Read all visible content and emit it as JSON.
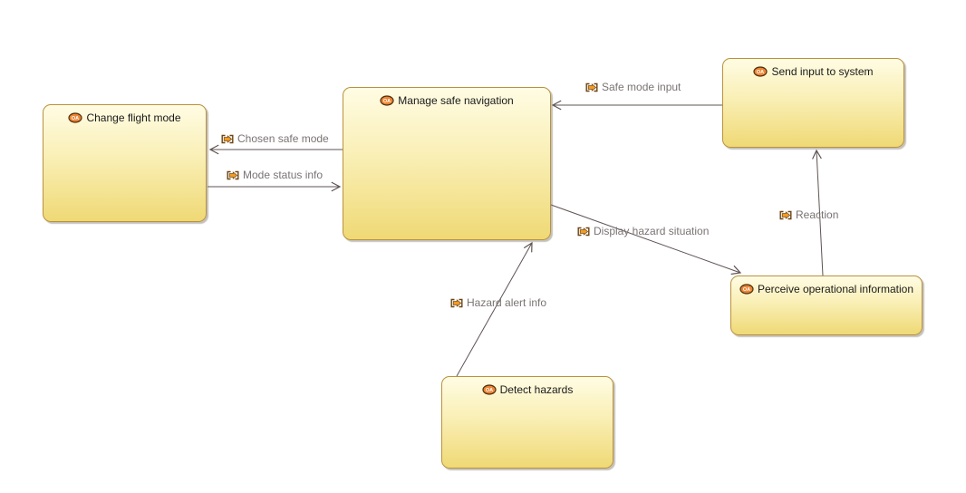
{
  "diagram": {
    "type": "operational-activity-interaction-diagram",
    "background_color": "#FFFFFF",
    "colors": {
      "node_fill_top": "#FFFCE4",
      "node_fill_bottom": "#EFD975",
      "node_border": "#BA913E",
      "node_title_text": "#1A1A1A",
      "edge_line": "#5F5353",
      "edge_label_text": "#7B7373",
      "activity_icon_fill": "#EE8434",
      "activity_icon_border": "#4D2E0B",
      "exchange_icon_fill": "#F49B20",
      "exchange_icon_border": "#6B4312"
    },
    "nodes": [
      {
        "id": "change-flight-mode",
        "label": "Change flight mode",
        "icon": "oa-activity-icon"
      },
      {
        "id": "manage-safe-navigation",
        "label": "Manage safe navigation",
        "icon": "oa-activity-icon"
      },
      {
        "id": "send-input-to-system",
        "label": "Send input to system",
        "icon": "oa-activity-icon"
      },
      {
        "id": "perceive-operational-information",
        "label": "Perceive operational information",
        "icon": "oa-activity-icon"
      },
      {
        "id": "detect-hazards",
        "label": "Detect hazards",
        "icon": "oa-activity-icon"
      }
    ],
    "edges": [
      {
        "label": "Chosen safe mode",
        "source": "Manage safe navigation",
        "target": "Change flight mode",
        "icon": "exchange-icon"
      },
      {
        "label": "Mode status info",
        "source": "Change flight mode",
        "target": "Manage safe navigation",
        "icon": "exchange-icon"
      },
      {
        "label": "Safe mode input",
        "source": "Send input to system",
        "target": "Manage safe navigation",
        "icon": "exchange-icon"
      },
      {
        "label": "Reaction",
        "source": "Perceive operational information",
        "target": "Send input to system",
        "icon": "exchange-icon"
      },
      {
        "label": "Display hazard situation",
        "source": "Manage safe navigation",
        "target": "Perceive operational information",
        "icon": "exchange-icon"
      },
      {
        "label": "Hazard alert info",
        "source": "Detect hazards",
        "target": "Manage safe navigation",
        "icon": "exchange-icon"
      }
    ]
  }
}
